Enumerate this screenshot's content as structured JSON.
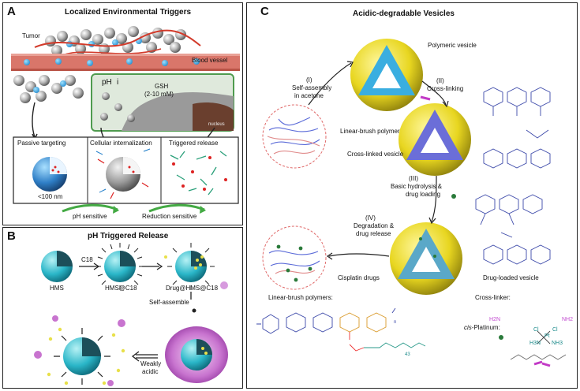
{
  "panelA": {
    "label": "A",
    "title": "Localized Environmental Triggers",
    "tumor": "Tumor",
    "blood_vessel": "Blood vessel",
    "ph": "pH",
    "i_label": "i",
    "gsh": "GSH",
    "gsh_conc": "(2-10 mM)",
    "nucleus": "nucleus",
    "passive": "Passive targeting",
    "cellular": "Cellular internalization",
    "triggered": "Triggered release",
    "size": "<100 nm",
    "ph_sensitive": "pH sensitive",
    "reduction_sensitive": "Reduction sensitive"
  },
  "panelB": {
    "label": "B",
    "title": "pH Triggered Release",
    "c18": "C18",
    "hms": "HMS",
    "hms_c18": "HMS@C18",
    "drug_hms_c18": "Drug@HMS@C18",
    "self_assemble": "Self-assemble",
    "weakly": "Weakly",
    "acidic": "acidic"
  },
  "panelC": {
    "label": "C",
    "title": "Acidic-degradable Vesicles",
    "polymeric_vesicle": "Polymeric vesicle",
    "step1_num": "(I)",
    "step1_l1": "Self-assembly",
    "step1_l2": "in acetone",
    "step2_num": "(II)",
    "step2_l1": "Cross-linking",
    "linear_brush": "Linear-brush polymer",
    "crosslinked": "Cross-linked vesicle",
    "step3_num": "(III)",
    "step3_l1": "Basic hydrolysis &",
    "step3_l2": "drug loading",
    "step4_num": "(IV)",
    "step4_l1": "Degradation &",
    "step4_l2": "drug release",
    "cisplatin_drugs": "Cisplatin drugs",
    "drug_loaded": "Drug-loaded vesicle",
    "lbp_legend": "Linear-brush polymers:",
    "crosslinker_legend": "Cross-linker:",
    "cis_italic": "cis",
    "platinum_legend": "-Platinum:",
    "h2n_left": "H2N",
    "nh2_right": "NH2",
    "cl": "Cl",
    "pt": "Pt",
    "h3n": "H3N",
    "nh3": "NH3",
    "sub43": "43",
    "sub_n": "n"
  }
}
